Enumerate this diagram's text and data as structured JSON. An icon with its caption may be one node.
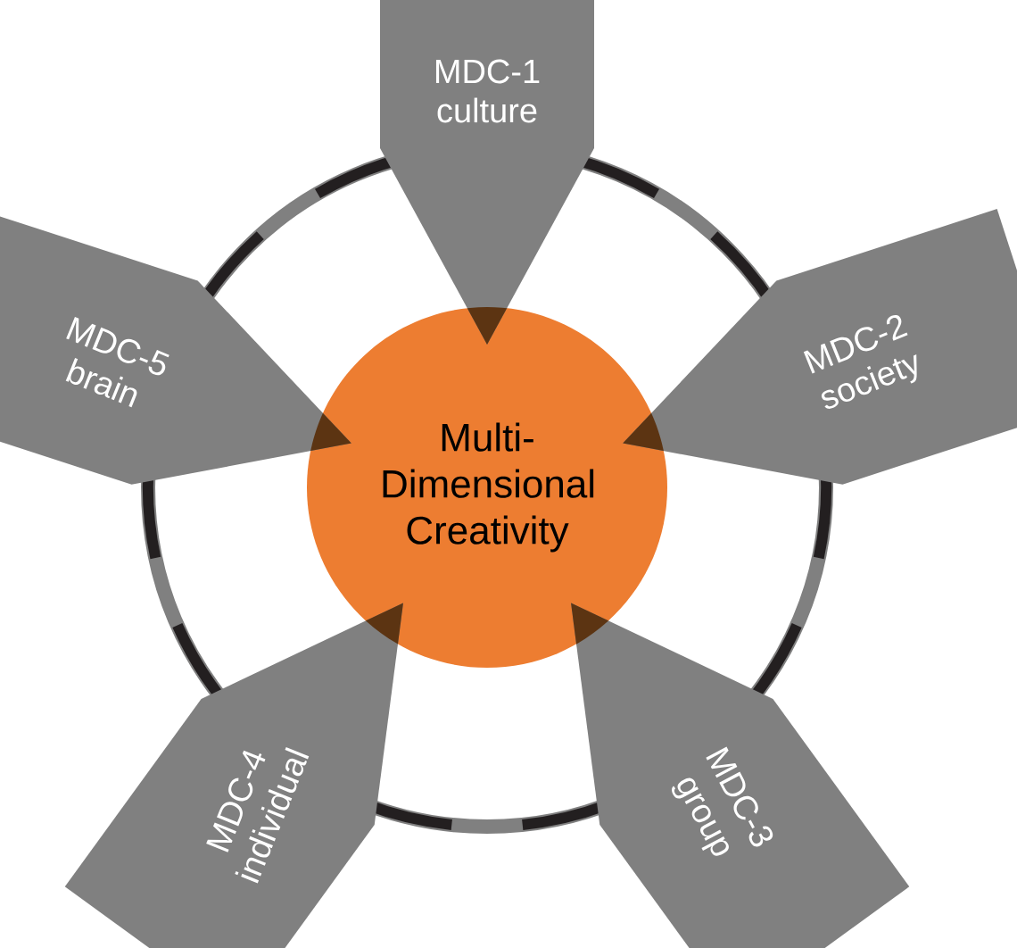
{
  "diagram": {
    "nodes": [
      {
        "text": [
          "Multi- Dimensional Creativity"
        ]
      },
      {
        "text": [
          "MDC-1",
          "culture"
        ]
      },
      {
        "text": [
          "MDC-2",
          "society"
        ]
      },
      {
        "text": [
          "MDC-3",
          "group"
        ]
      },
      {
        "text": [
          "MDC-4",
          "individual"
        ]
      },
      {
        "text": [
          "MDC-5",
          "brain"
        ]
      }
    ]
  }
}
